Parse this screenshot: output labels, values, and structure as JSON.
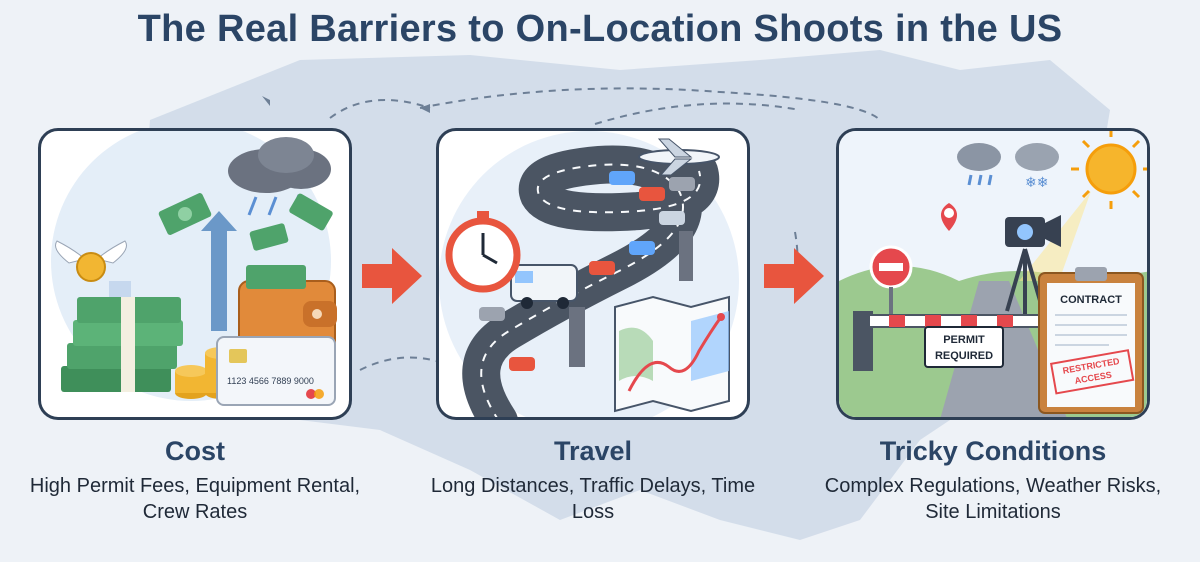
{
  "title": "The Real Barriers to On-Location Shoots in the US",
  "panels": [
    {
      "heading": "Cost",
      "description": "High Permit Fees, Equipment Rental, Crew Rates",
      "card_number": "1123 4566 7889 9000"
    },
    {
      "heading": "Travel",
      "description": "Long Distances, Traffic Delays, Time Loss"
    },
    {
      "heading": "Tricky Conditions",
      "description": "Complex Regulations, Weather Risks, Site Limitations",
      "sign_text": "PERMIT REQUIRED",
      "sign_line1": "PERMIT",
      "sign_line2": "REQUIRED",
      "contract_title": "CONTRACT",
      "stamp_line1": "RESTRICTED",
      "stamp_line2": "ACCESS"
    }
  ],
  "colors": {
    "title": "#2b4566",
    "arrow": "#e8553e",
    "panel_border": "#2e3f55",
    "map": "#c9d6e5"
  }
}
